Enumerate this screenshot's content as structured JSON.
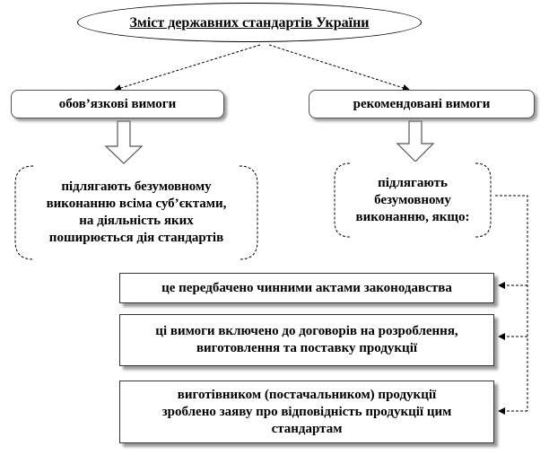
{
  "root": {
    "title": "Зміст державних стандартів України"
  },
  "left": {
    "label": "обов’язкові вимоги",
    "detail": [
      "підлягають безумовному",
      "виконанню всіма суб’єктами,",
      "на діяльність яких",
      "поширюється дія стандартів"
    ]
  },
  "right": {
    "label": "рекомендовані вимоги",
    "detail": [
      "підлягають",
      "безумовному",
      "виконанню, якщо:"
    ]
  },
  "conditions": [
    {
      "lines": [
        "це передбачено чинними актами законодавства"
      ]
    },
    {
      "lines": [
        "ці вимоги включено до договорів на розроблення,",
        "виготовлення та поставку продукції"
      ]
    },
    {
      "lines": [
        "виготівником (постачальником) продукції",
        "зроблено  заяву  про відповідність продукції цим",
        "стандартам"
      ]
    }
  ]
}
